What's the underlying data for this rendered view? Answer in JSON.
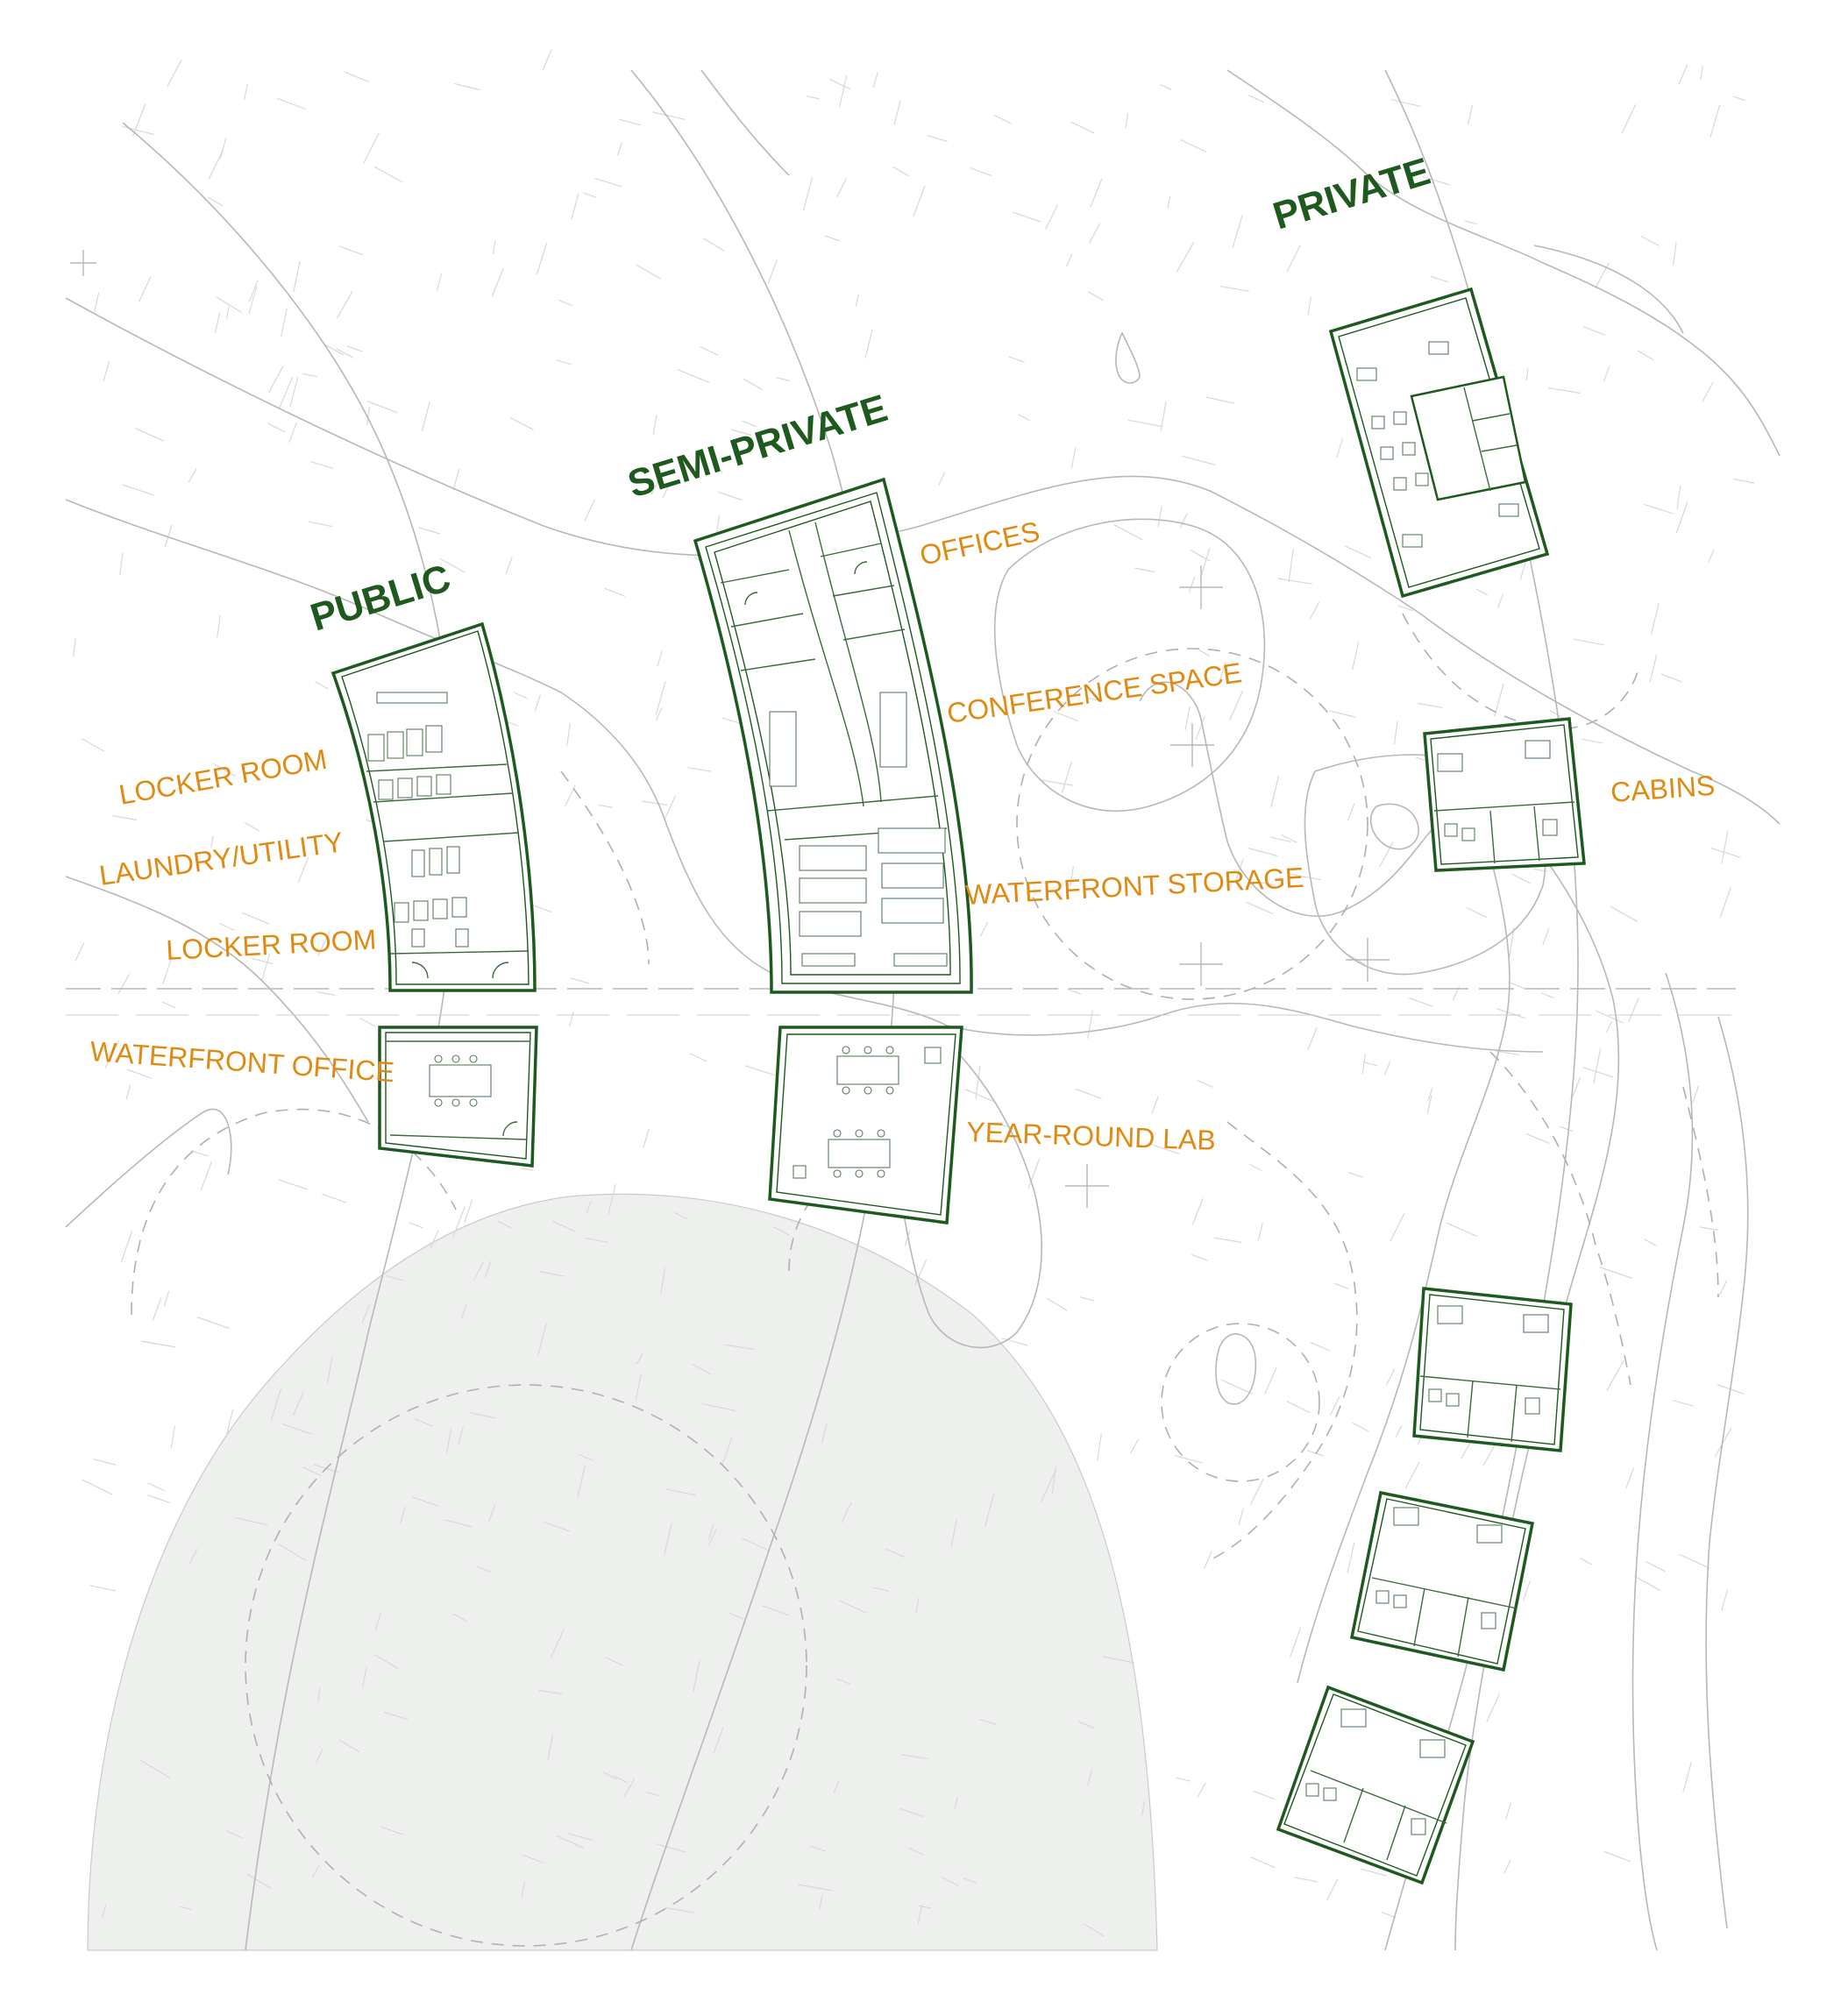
{
  "zones": {
    "public": "PUBLIC",
    "semi_private": "SEMI-PRIVATE",
    "private": "PRIVATE"
  },
  "labels": {
    "locker_room_1": "LOCKER ROOM",
    "laundry_utility": "LAUNDRY/UTILITY",
    "locker_room_2": "LOCKER ROOM",
    "waterfront_office": "WATERFRONT OFFICE",
    "offices": "OFFICES",
    "conference_space": "CONFERENCE SPACE",
    "waterfront_storage": "WATERFRONT STORAGE",
    "year_round_lab": "YEAR-ROUND LAB",
    "cabins": "CABINS"
  },
  "colors": {
    "zone_label": "#1e5a1e",
    "room_label": "#e08a12",
    "building_outline": "#1e5a1e",
    "water_fill": "#eef0ee",
    "contour": "#b8b8b8"
  }
}
